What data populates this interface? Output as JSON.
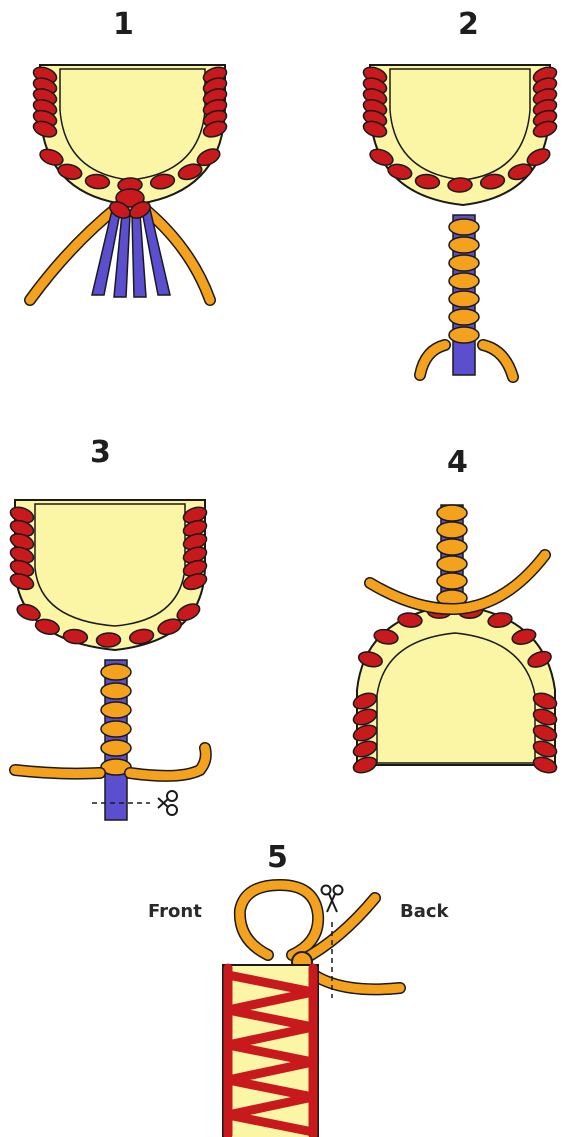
{
  "steps": [
    {
      "label": "1"
    },
    {
      "label": "2"
    },
    {
      "label": "3"
    },
    {
      "label": "4"
    },
    {
      "label": "5"
    }
  ],
  "step5": {
    "front_label": "Front",
    "back_label": "Back"
  },
  "colors": {
    "fill": "#fbf6a5",
    "bead": "#c8191d",
    "outline": "#1a1a1a",
    "orange": "#f4a21e",
    "blue": "#5b4fd0"
  },
  "icons": [
    "scissors-icon"
  ]
}
